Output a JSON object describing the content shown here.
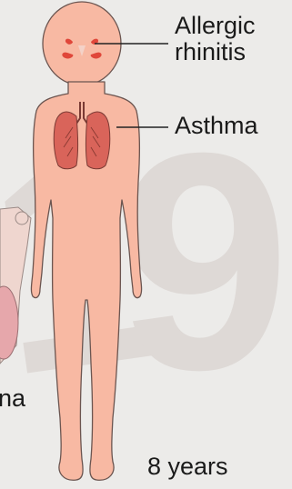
{
  "labels": {
    "allergic_line1": "Allergic",
    "allergic_line2": "rhinitis",
    "asthma": "Asthma",
    "age": "8 years",
    "partial_left": "na"
  },
  "colors": {
    "background": "#ecebe9",
    "watermark": "#ded9d6",
    "skin": "#f8b9a3",
    "skin_outline": "#6b5550",
    "lungs": "#d9645a",
    "nose": "#e0473a",
    "leader_line": "#222222"
  }
}
